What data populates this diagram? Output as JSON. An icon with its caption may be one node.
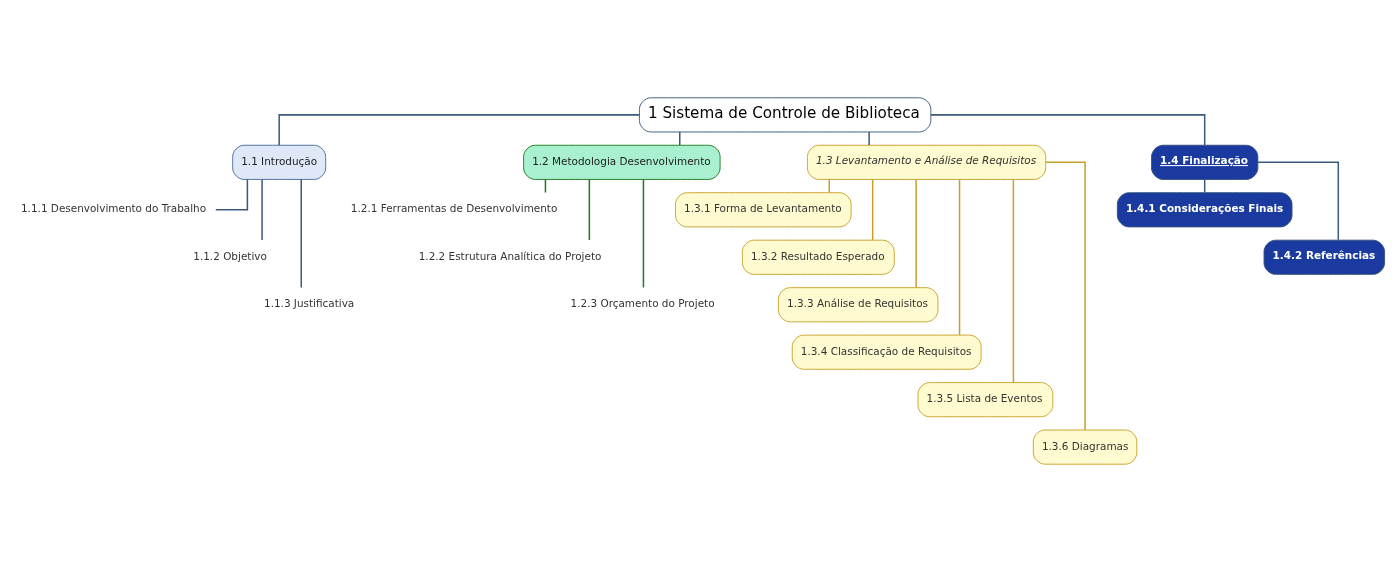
{
  "diagram": {
    "nodes": [
      {
        "text": [
          "1 Sistema de Controle de Biblioteca"
        ]
      },
      {
        "text": [
          "1.1 Introdução"
        ]
      },
      {
        "text": [
          "1.1.1 Desenvolvimento do Trabalho"
        ]
      },
      {
        "text": [
          "1.1.2 Objetivo"
        ]
      },
      {
        "text": [
          "1.1.3 Justificativa"
        ]
      },
      {
        "text": [
          "1.2 Metodologia Desenvolvimento"
        ]
      },
      {
        "text": [
          "1.2.1 Ferramentas de Desenvolvimento"
        ]
      },
      {
        "text": [
          "1.2.2 Estrutura Analítica do Projeto"
        ]
      },
      {
        "text": [
          "1.2.3 Orçamento do Projeto"
        ]
      },
      {
        "text": [
          "1.3 Levantamento e Análise de Requisitos"
        ]
      },
      {
        "text": [
          "1.3.1 Forma de Levantamento"
        ]
      },
      {
        "text": [
          "1.3.2 Resultado Esperado"
        ]
      },
      {
        "text": [
          "1.3.3 Análise de Requisitos"
        ]
      },
      {
        "text": [
          "1.3.4 Classificação de Requisitos"
        ]
      },
      {
        "text": [
          "1.3.5 Lista de Eventos"
        ]
      },
      {
        "text": [
          "1.3.6 Diagramas"
        ]
      },
      {
        "text": [
          "1.4 Finalização"
        ]
      },
      {
        "text": [
          "1.4.1 Considerações Finais"
        ]
      },
      {
        "text": [
          "1.4.2 Referências"
        ]
      }
    ],
    "edges": [
      {
        "from": 0,
        "to": 1,
        "arrow": "none"
      },
      {
        "from": 0,
        "to": 5,
        "arrow": "none"
      },
      {
        "from": 0,
        "to": 9,
        "arrow": "none"
      },
      {
        "from": 0,
        "to": 16,
        "arrow": "none"
      },
      {
        "from": 1,
        "to": 2,
        "arrow": "none"
      },
      {
        "from": 1,
        "to": 3,
        "arrow": "none"
      },
      {
        "from": 1,
        "to": 4,
        "arrow": "none"
      },
      {
        "from": 5,
        "to": 6,
        "arrow": "none",
        "color": "#1e7a1e"
      },
      {
        "from": 5,
        "to": 7,
        "arrow": "none",
        "color": "#1e7a1e"
      },
      {
        "from": 5,
        "to": 8,
        "arrow": "none",
        "color": "#1e7a1e"
      },
      {
        "from": 9,
        "to": 10,
        "arrow": "none",
        "color": "#c8a02a"
      },
      {
        "from": 9,
        "to": 11,
        "arrow": "none",
        "color": "#c8a02a"
      },
      {
        "from": 9,
        "to": 12,
        "arrow": "none",
        "color": "#c8a02a"
      },
      {
        "from": 9,
        "to": 13,
        "arrow": "none",
        "color": "#c8a02a"
      },
      {
        "from": 9,
        "to": 14,
        "arrow": "none",
        "color": "#c8a02a"
      },
      {
        "from": 9,
        "to": 15,
        "arrow": "none",
        "color": "#c8a02a"
      },
      {
        "from": 16,
        "to": 17,
        "arrow": "none"
      },
      {
        "from": 16,
        "to": 18,
        "arrow": "none"
      }
    ]
  }
}
